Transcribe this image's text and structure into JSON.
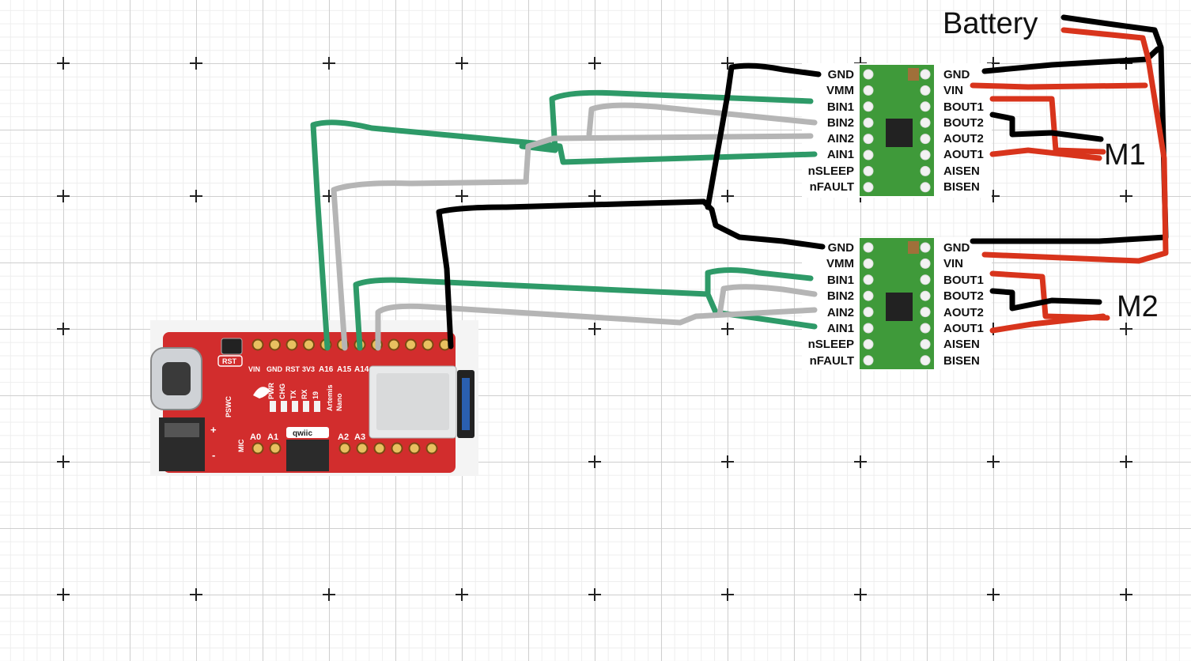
{
  "labels": {
    "battery": "Battery",
    "motor1": "M1",
    "motor2": "M2"
  },
  "drivers": [
    {
      "left_pins": [
        "GND",
        "VMM",
        "BIN1",
        "BIN2",
        "AIN2",
        "AIN1",
        "nSLEEP",
        "nFAULT"
      ],
      "right_pins": [
        "GND",
        "VIN",
        "BOUT1",
        "BOUT2",
        "AOUT2",
        "AOUT1",
        "AISEN",
        "BISEN"
      ]
    },
    {
      "left_pins": [
        "GND",
        "VMM",
        "BIN1",
        "BIN2",
        "AIN2",
        "AIN1",
        "nSLEEP",
        "nFAULT"
      ],
      "right_pins": [
        "GND",
        "VIN",
        "BOUT1",
        "BOUT2",
        "AOUT2",
        "AOUT1",
        "AISEN",
        "BISEN"
      ]
    }
  ],
  "board": {
    "rst": "RST",
    "top_pins": [
      "VIN",
      "GND",
      "RST",
      "3V3",
      "A16",
      "A15",
      "A14"
    ],
    "leds": [
      "PWR",
      "CHG",
      "TX",
      "RX",
      "19"
    ],
    "name_line1": "Artemis",
    "name_line2": "Nano",
    "pswc": "PSWC",
    "mic": "MIC",
    "plus": "+",
    "minus": "-",
    "qwiic": "qwiic",
    "bottom_pins": [
      "A0",
      "A1",
      "A2",
      "A3"
    ]
  },
  "colors": {
    "green_wire": "#2e9a68",
    "gray_wire": "#b5b5b5",
    "black_wire": "#000000",
    "red_wire": "#d8341c",
    "board_red": "#d22d2d",
    "driver_green": "#3f9a3a"
  }
}
